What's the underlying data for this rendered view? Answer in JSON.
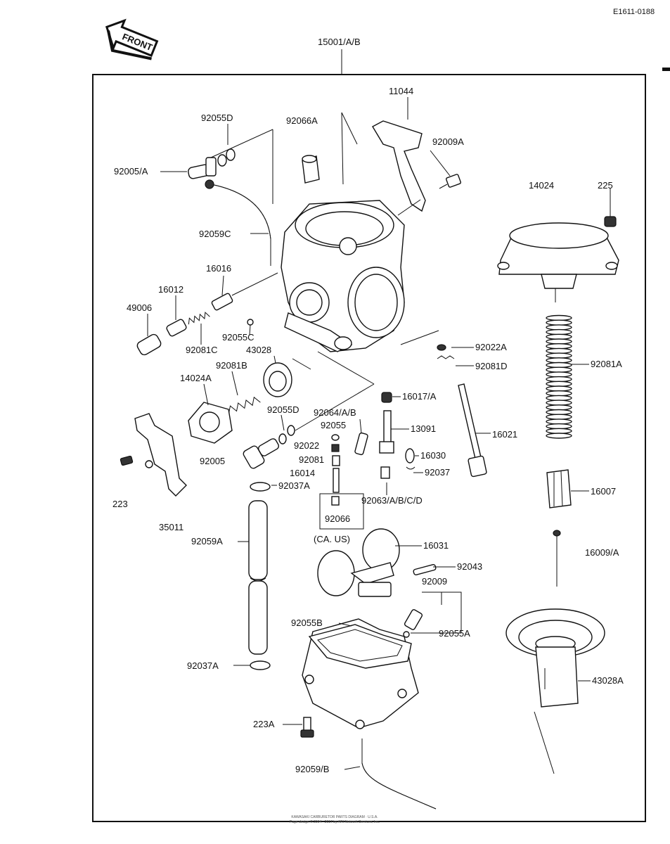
{
  "diagram_code": "E1611-0188",
  "front_label": "FRONT",
  "assembly_label": "15001/A/B",
  "labels": [
    {
      "id": "11044",
      "text": "11044"
    },
    {
      "id": "92055D-top",
      "text": "92055D"
    },
    {
      "id": "92066A",
      "text": "92066A"
    },
    {
      "id": "92009A",
      "text": "92009A"
    },
    {
      "id": "92005A",
      "text": "92005/A"
    },
    {
      "id": "14024",
      "text": "14024"
    },
    {
      "id": "225",
      "text": "225"
    },
    {
      "id": "92059C",
      "text": "92059C"
    },
    {
      "id": "16016",
      "text": "16016"
    },
    {
      "id": "16012",
      "text": "16012"
    },
    {
      "id": "49006",
      "text": "49006"
    },
    {
      "id": "92055C",
      "text": "92055C"
    },
    {
      "id": "92081C",
      "text": "92081C"
    },
    {
      "id": "43028",
      "text": "43028"
    },
    {
      "id": "92022A",
      "text": "92022A"
    },
    {
      "id": "92081D",
      "text": "92081D"
    },
    {
      "id": "92081A",
      "text": "92081A"
    },
    {
      "id": "92081B",
      "text": "92081B"
    },
    {
      "id": "14024A",
      "text": "14024A"
    },
    {
      "id": "16017A",
      "text": "16017/A"
    },
    {
      "id": "92055D-mid",
      "text": "92055D"
    },
    {
      "id": "92064AB",
      "text": "92064/A/B"
    },
    {
      "id": "92055",
      "text": "92055"
    },
    {
      "id": "13091",
      "text": "13091"
    },
    {
      "id": "16021",
      "text": "16021"
    },
    {
      "id": "92022",
      "text": "92022"
    },
    {
      "id": "16030",
      "text": "16030"
    },
    {
      "id": "92005",
      "text": "92005"
    },
    {
      "id": "92081",
      "text": "92081"
    },
    {
      "id": "16014",
      "text": "16014"
    },
    {
      "id": "92037",
      "text": "92037"
    },
    {
      "id": "16007",
      "text": "16007"
    },
    {
      "id": "92037A-top",
      "text": "92037A"
    },
    {
      "id": "223",
      "text": "223"
    },
    {
      "id": "92063ABCD",
      "text": "92063/A/B/C/D"
    },
    {
      "id": "92066",
      "text": "92066"
    },
    {
      "id": "35011",
      "text": "35011"
    },
    {
      "id": "92059A",
      "text": "92059A"
    },
    {
      "id": "ca-us",
      "text": "(CA. US)"
    },
    {
      "id": "16031",
      "text": "16031"
    },
    {
      "id": "16009A",
      "text": "16009/A"
    },
    {
      "id": "92043",
      "text": "92043"
    },
    {
      "id": "92009",
      "text": "92009"
    },
    {
      "id": "92055B",
      "text": "92055B"
    },
    {
      "id": "92055A",
      "text": "92055A"
    },
    {
      "id": "92037A-bot",
      "text": "92037A"
    },
    {
      "id": "43028A",
      "text": "43028A"
    },
    {
      "id": "223A",
      "text": "223A"
    },
    {
      "id": "92059B",
      "text": "92059/B"
    }
  ],
  "footer": {
    "line1": "KAWASAKI CARBURETOR PARTS DIAGRAM · U.S.A.",
    "line2": "Page design © 2004 - 2017 by ARI Network Services, Inc."
  },
  "colors": {
    "ink": "#111111",
    "paper": "#ffffff"
  }
}
